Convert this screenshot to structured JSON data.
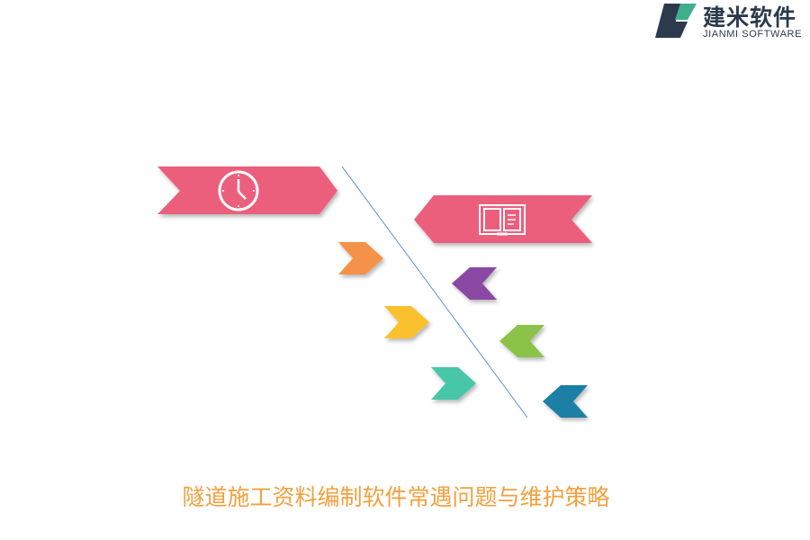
{
  "brand": {
    "name_cn": "建米软件",
    "name_en": "JIANMI SOFTWARE",
    "mark_colors": [
      "#2b3a4d",
      "#3fae8d"
    ]
  },
  "diagram": {
    "line_color": "#5b8fd6",
    "banners": [
      {
        "side": "left",
        "color": "#ec5f7c",
        "icon": "clock-icon"
      },
      {
        "side": "right",
        "color": "#ec5f7c",
        "icon": "book-icon"
      }
    ],
    "chevrons_left": [
      {
        "color": "#f4924a"
      },
      {
        "color": "#fbc02d"
      },
      {
        "color": "#46c6a8"
      }
    ],
    "chevrons_right": [
      {
        "color": "#8a4aa3"
      },
      {
        "color": "#8bc34a"
      },
      {
        "color": "#1a7fa6"
      }
    ]
  },
  "title": "隧道施工资料编制软件常遇问题与维护策略"
}
